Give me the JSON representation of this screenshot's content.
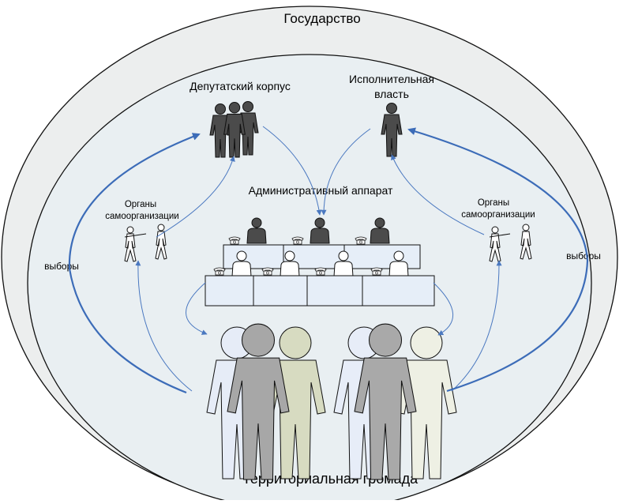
{
  "labels": {
    "state": "Государство",
    "deputies": "Депутатский корпус",
    "executive_line1": "Исполнительная",
    "executive_line2": "власть",
    "admin": "Административный аппарат",
    "self_org_left_line1": "Органы",
    "self_org_left_line2": "самоорганизации",
    "self_org_right_line1": "Органы",
    "self_org_right_line2": "самоорганизации",
    "elections_left": "выборы",
    "elections_right": "выборы",
    "community": "Территориальная громада"
  },
  "colors": {
    "outer_ellipse_fill": "#eceeee",
    "inner_ellipse_fill": "#e9eff2",
    "outline": "#111111",
    "arrow_thin": "#4a78c0",
    "arrow_thick": "#3c6cb8",
    "figure_dark": "#4b4b4b",
    "desk_fill": "#e6eef8",
    "crowd": [
      "#e6ecf7",
      "#a7a7a7",
      "#d7dbc1",
      "#e7edf8",
      "#a9a9a9",
      "#eef0e4"
    ]
  },
  "icons": {
    "deputies": "group-of-people-icon",
    "executive": "person-icon",
    "admin_staff": "office-workers-icon",
    "self_org": "two-people-shaking-hands-icon",
    "phone": "telephone-icon",
    "community": "crowd-of-people-icon"
  }
}
